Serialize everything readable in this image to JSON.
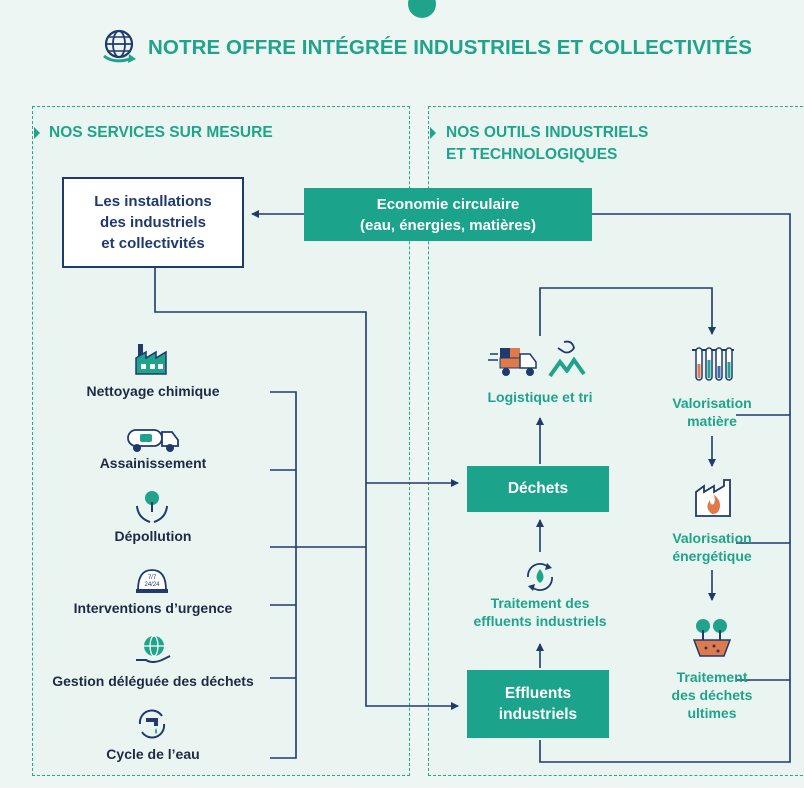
{
  "title": "NOTRE OFFRE INTÉGRÉE INDUSTRIELS ET COLLECTIVITÉS",
  "title_icon": "globe-recycle-icon",
  "colors": {
    "accent": "#1fa48b",
    "box_fill": "#1ba38b",
    "navy": "#1e3a6e",
    "background": "#eef6f3"
  },
  "left_panel": {
    "title": "NOS SERVICES SUR MESURE",
    "installations": [
      "Les installations",
      "des industriels",
      "et collectivités"
    ],
    "services": [
      {
        "label": "Nettoyage chimique",
        "icon": "factory-icon"
      },
      {
        "label": "Assainissement",
        "icon": "tanker-truck-icon"
      },
      {
        "label": "Dépollution",
        "icon": "hands-tree-icon"
      },
      {
        "label": "Interventions d’urgence",
        "icon": "emergency-helmet-icon",
        "badge": "7/7 24/24"
      },
      {
        "label": "Gestion déléguée des déchets",
        "icon": "hand-globe-icon"
      },
      {
        "label": "Cycle de l’eau",
        "icon": "water-tap-cycle-icon"
      }
    ]
  },
  "right_panel": {
    "title_line1": "NOS OUTILS INDUSTRIELS",
    "title_line2": "ET TECHNOLOGIQUES",
    "economie": [
      "Economie circulaire",
      "(eau, énergies, matières)"
    ],
    "dechets": "Déchets",
    "effluents": [
      "Effluents",
      "industriels"
    ],
    "logistique": "Logistique et tri",
    "traitement_effluents": [
      "Traitement des",
      "effluents industriels"
    ],
    "valorisation_matiere": [
      "Valorisation",
      "matière"
    ],
    "valorisation_energetique": [
      "Valorisation",
      "énergétique"
    ],
    "traitement_dechets": [
      "Traitement",
      "des déchets",
      "ultimes"
    ]
  }
}
